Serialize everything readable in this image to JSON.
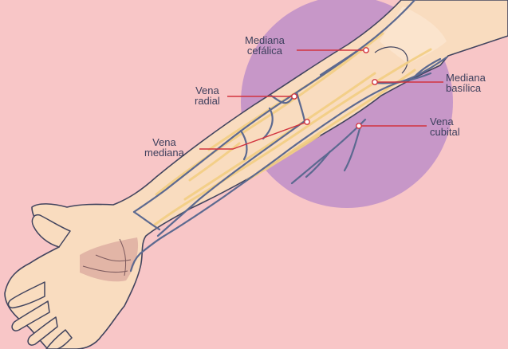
{
  "colors": {
    "background": "#f8c6c7",
    "circle": "#c797c8",
    "skin": "#f9dcbf",
    "skin_outline": "#42445e",
    "veins": "#5c6990",
    "nerves": "#f3cf86",
    "leader_lines": "#d2343f",
    "label_text": "#3c3f5c"
  },
  "labels": {
    "mediana_cefalica": {
      "line1": "Mediana",
      "line2": "cefálica",
      "icon": "pointer-dot"
    },
    "vena_radial": {
      "line1": "Vena",
      "line2": "radial",
      "icon": "pointer-dot"
    },
    "vena_mediana": {
      "line1": "Vena",
      "line2": "mediana",
      "icon": "pointer-dot"
    },
    "mediana_basilica": {
      "line1": "Mediana",
      "line2": "basílica",
      "icon": "pointer-dot"
    },
    "vena_cubital": {
      "line1": "Vena",
      "line2": "cubital",
      "icon": "pointer-dot"
    }
  }
}
